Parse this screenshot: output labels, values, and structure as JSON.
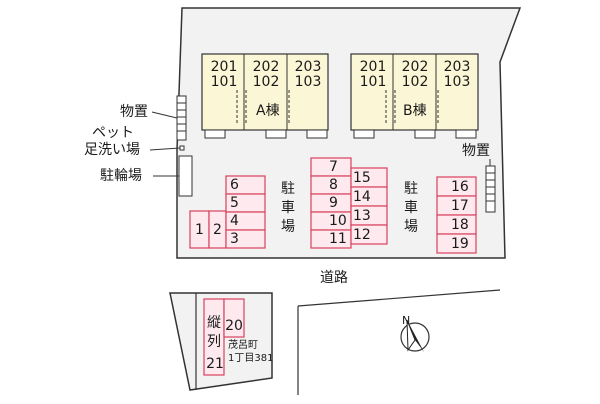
{
  "buildings": [
    {
      "name": "A棟",
      "units": [
        {
          "upper": "201",
          "lower": "101"
        },
        {
          "upper": "202",
          "lower": "102"
        },
        {
          "upper": "203",
          "lower": "103"
        }
      ]
    },
    {
      "name": "B棟",
      "units": [
        {
          "upper": "201",
          "lower": "101"
        },
        {
          "upper": "202",
          "lower": "102"
        },
        {
          "upper": "203",
          "lower": "103"
        }
      ]
    }
  ],
  "labels": {
    "storage_left": "物置",
    "pet_line1": "ペット",
    "pet_line2": "足洗い場",
    "bike_parking": "駐輪場",
    "storage_right": "物置",
    "parking_left": "駐車場",
    "parking_right": "駐車場",
    "road": "道路",
    "tandem": "縦列",
    "address_line1": "茂呂町",
    "address_line2": "1丁目381",
    "north": "N"
  },
  "parking": {
    "left_single": [
      "1",
      "2"
    ],
    "left_stack": [
      "6",
      "5",
      "4",
      "3"
    ],
    "middle_a": [
      "7",
      "8",
      "9",
      "10",
      "11"
    ],
    "middle_b": [
      "15",
      "14",
      "13",
      "12"
    ],
    "right": [
      "16",
      "17",
      "18",
      "19"
    ],
    "tandem": [
      "20",
      "21"
    ]
  },
  "colors": {
    "building_fill": "#fbf7d6",
    "lot_fill": "#fde9ee",
    "lot_stroke": "#d9405e",
    "outline": "#333333"
  }
}
